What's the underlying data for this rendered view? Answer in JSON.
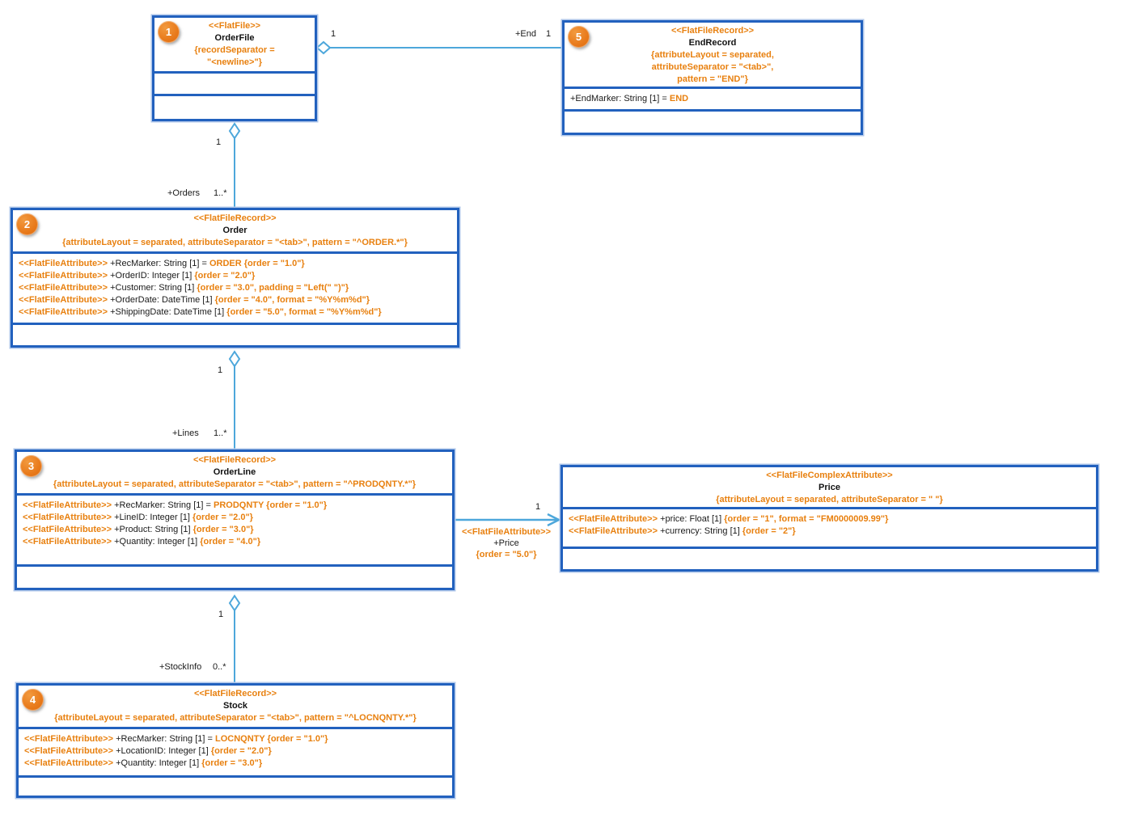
{
  "colors": {
    "box_border_blue": "#2261be",
    "box_halo_blue": "#aec6ea",
    "accent_orange": "#e8800f",
    "connector_blue": "#4da7db",
    "badge_orange": "#e8791a",
    "text_black": "#1a1a1a",
    "background": "#ffffff"
  },
  "boxes": [
    {
      "key": "orderfile",
      "badge": "1",
      "header": [
        {
          "t": "<<FlatFile>>",
          "c": "o"
        },
        {
          "t": "OrderFile",
          "c": "n"
        },
        {
          "t": "{recordSeparator =",
          "c": "o"
        },
        {
          "t": "\"<newline>\"}",
          "c": "o"
        }
      ],
      "attributes": []
    },
    {
      "key": "order",
      "badge": "2",
      "header": [
        {
          "t": "<<FlatFileRecord>>",
          "c": "o"
        },
        {
          "t": "Order",
          "c": "n"
        },
        {
          "t": "{attributeLayout = separated, attributeSeparator = \"<tab>\", pattern = \"^ORDER.*\"}",
          "c": "o"
        }
      ],
      "attributes": [
        [
          {
            "t": "<<FlatFileAttribute>> ",
            "c": "o"
          },
          {
            "t": "+RecMarker: String [1] = ",
            "c": "b"
          },
          {
            "t": "ORDER {order = \"1.0\"}",
            "c": "o"
          }
        ],
        [
          {
            "t": "<<FlatFileAttribute>> ",
            "c": "o"
          },
          {
            "t": "+OrderID: Integer [1] ",
            "c": "b"
          },
          {
            "t": "{order = \"2.0\"}",
            "c": "o"
          }
        ],
        [
          {
            "t": "<<FlatFileAttribute>> ",
            "c": "o"
          },
          {
            "t": "+Customer: String [1] ",
            "c": "b"
          },
          {
            "t": "{order = \"3.0\", padding = \"Left(\" \")\"}",
            "c": "o"
          }
        ],
        [
          {
            "t": "<<FlatFileAttribute>> ",
            "c": "o"
          },
          {
            "t": "+OrderDate: DateTime [1] ",
            "c": "b"
          },
          {
            "t": "{order = \"4.0\", format = \"%Y%m%d\"}",
            "c": "o"
          }
        ],
        [
          {
            "t": "<<FlatFileAttribute>> ",
            "c": "o"
          },
          {
            "t": "+ShippingDate: DateTime [1] ",
            "c": "b"
          },
          {
            "t": "{order = \"5.0\", format = \"%Y%m%d\"}",
            "c": "o"
          }
        ]
      ]
    },
    {
      "key": "orderline",
      "badge": "3",
      "header": [
        {
          "t": "<<FlatFileRecord>>",
          "c": "o"
        },
        {
          "t": "OrderLine",
          "c": "n"
        },
        {
          "t": "{attributeLayout = separated, attributeSeparator = \"<tab>\", pattern = \"^PRODQNTY.*\"}",
          "c": "o"
        }
      ],
      "attributes": [
        [
          {
            "t": "<<FlatFileAttribute>> ",
            "c": "o"
          },
          {
            "t": "+RecMarker: String [1] = ",
            "c": "b"
          },
          {
            "t": "PRODQNTY {order = \"1.0\"}",
            "c": "o"
          }
        ],
        [
          {
            "t": "<<FlatFileAttribute>> ",
            "c": "o"
          },
          {
            "t": "+LineID: Integer [1] ",
            "c": "b"
          },
          {
            "t": "{order = \"2.0\"}",
            "c": "o"
          }
        ],
        [
          {
            "t": "<<FlatFileAttribute>> ",
            "c": "o"
          },
          {
            "t": "+Product: String [1] ",
            "c": "b"
          },
          {
            "t": "{order = \"3.0\"}",
            "c": "o"
          }
        ],
        [
          {
            "t": " <<FlatFileAttribute>> ",
            "c": "o"
          },
          {
            "t": "+Quantity: Integer [1] ",
            "c": "b"
          },
          {
            "t": "{order = \"4.0\"}",
            "c": "o"
          }
        ]
      ]
    },
    {
      "key": "stock",
      "badge": "4",
      "header": [
        {
          "t": "<<FlatFileRecord>>",
          "c": "o"
        },
        {
          "t": "Stock",
          "c": "n"
        },
        {
          "t": "{attributeLayout = separated, attributeSeparator = \"<tab>\", pattern = \"^LOCNQNTY.*\"}",
          "c": "o"
        }
      ],
      "attributes": [
        [
          {
            "t": "<<FlatFileAttribute>> ",
            "c": "o"
          },
          {
            "t": "+RecMarker: String [1] = ",
            "c": "b"
          },
          {
            "t": "LOCNQNTY {order = \"1.0\"}",
            "c": "o"
          }
        ],
        [
          {
            "t": "<<FlatFileAttribute>> ",
            "c": "o"
          },
          {
            "t": "+LocationID: Integer [1] ",
            "c": "b"
          },
          {
            "t": "{order = \"2.0\"}",
            "c": "o"
          }
        ],
        [
          {
            "t": "<<FlatFileAttribute>> ",
            "c": "o"
          },
          {
            "t": "+Quantity: Integer [1] ",
            "c": "b"
          },
          {
            "t": "{order = \"3.0\"}",
            "c": "o"
          }
        ]
      ]
    },
    {
      "key": "endrecord",
      "badge": "5",
      "header": [
        {
          "t": "<<FlatFileRecord>>",
          "c": "o"
        },
        {
          "t": "EndRecord",
          "c": "n"
        },
        {
          "t": "{attributeLayout = separated,",
          "c": "o"
        },
        {
          "t": "attributeSeparator = \"<tab>\",",
          "c": "o"
        },
        {
          "t": "pattern = \"END\"}",
          "c": "o"
        }
      ],
      "attributes": [
        [
          {
            "t": "+EndMarker: String [1] = ",
            "c": "b"
          },
          {
            "t": "END",
            "c": "o"
          }
        ]
      ]
    },
    {
      "key": "price",
      "header": [
        {
          "t": "<<FlatFileComplexAttribute>>",
          "c": "o"
        },
        {
          "t": "Price",
          "c": "n"
        },
        {
          "t": "{attributeLayout = separated, attributeSeparator = \" \"}",
          "c": "o"
        }
      ],
      "attributes": [
        [
          {
            "t": "<<FlatFileAttribute>> ",
            "c": "o"
          },
          {
            "t": "+price: Float [1] ",
            "c": "b"
          },
          {
            "t": "{order = \"1\", format = \"FM0000009.99\"}",
            "c": "o"
          }
        ],
        [
          {
            "t": "<<FlatFileAttribute>> ",
            "c": "o"
          },
          {
            "t": "+currency: String [1] ",
            "c": "b"
          },
          {
            "t": "{order = \"2\"}",
            "c": "o"
          }
        ]
      ]
    }
  ],
  "connectors": {
    "file_end": {
      "source_mult": "1",
      "role": "+End",
      "target_mult": "1"
    },
    "file_orders": {
      "source_mult": "1",
      "role": "+Orders",
      "target_mult": "1..*"
    },
    "order_lines": {
      "source_mult": "1",
      "role": "+Lines",
      "target_mult": "1..*"
    },
    "orderline_stock": {
      "source_mult": "1",
      "role": "+StockInfo",
      "target_mult": "0..*"
    },
    "orderline_price": {
      "target_mult": "1",
      "stereotype": "<<FlatFileAttribute>>",
      "role": "+Price",
      "constraint": "{order = \"5.0\"}"
    }
  }
}
